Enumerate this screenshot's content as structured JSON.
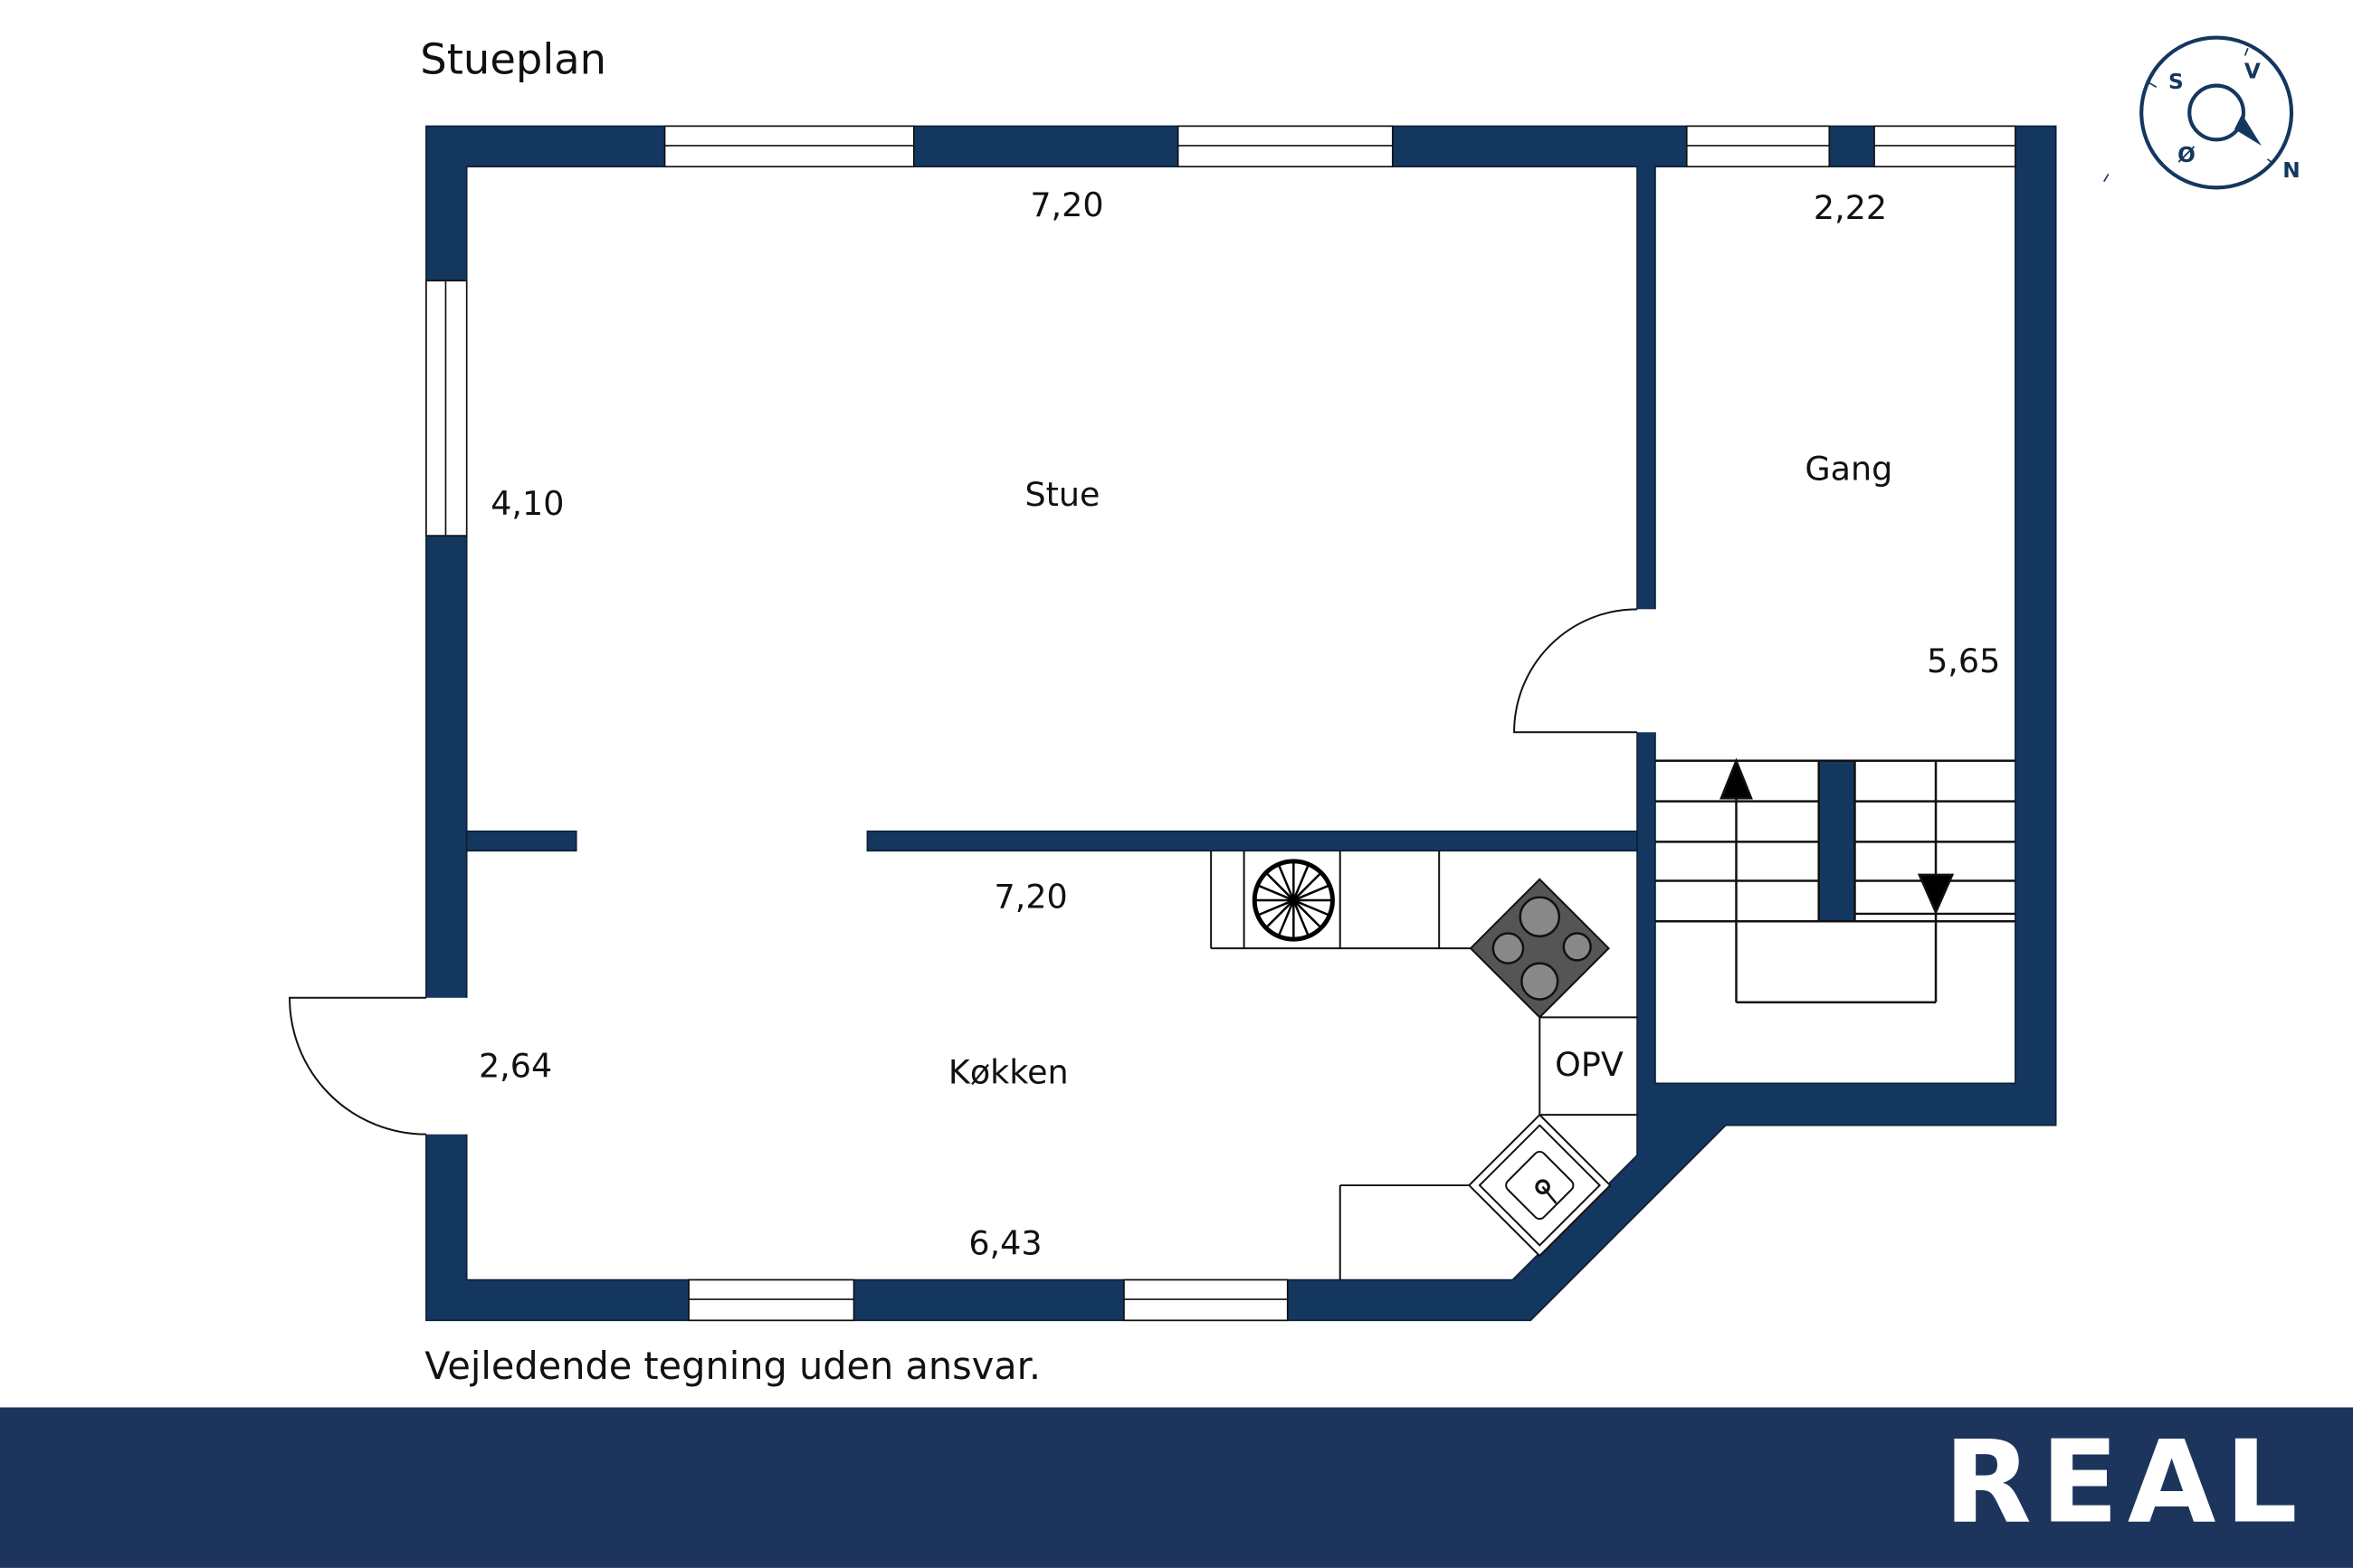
{
  "title": "Stueplan",
  "disclaimer": "Vejledende tegning uden ansvar.",
  "brand": "REAL",
  "colors": {
    "wall": "#14375f",
    "banner": "#1d345d"
  },
  "compass": {
    "s": "S",
    "v": "V",
    "o": "Ø",
    "n": "N"
  },
  "rooms": {
    "stue": {
      "label": "Stue",
      "width": "7,20",
      "depth": "4,10"
    },
    "gang": {
      "label": "Gang",
      "width": "2,22",
      "depth": "5,65"
    },
    "kokken": {
      "label": "Køkken",
      "width_top": "7,20",
      "width_bottom": "6,43",
      "depth": "2,64"
    }
  },
  "fixtures": {
    "opv": "OPV"
  }
}
